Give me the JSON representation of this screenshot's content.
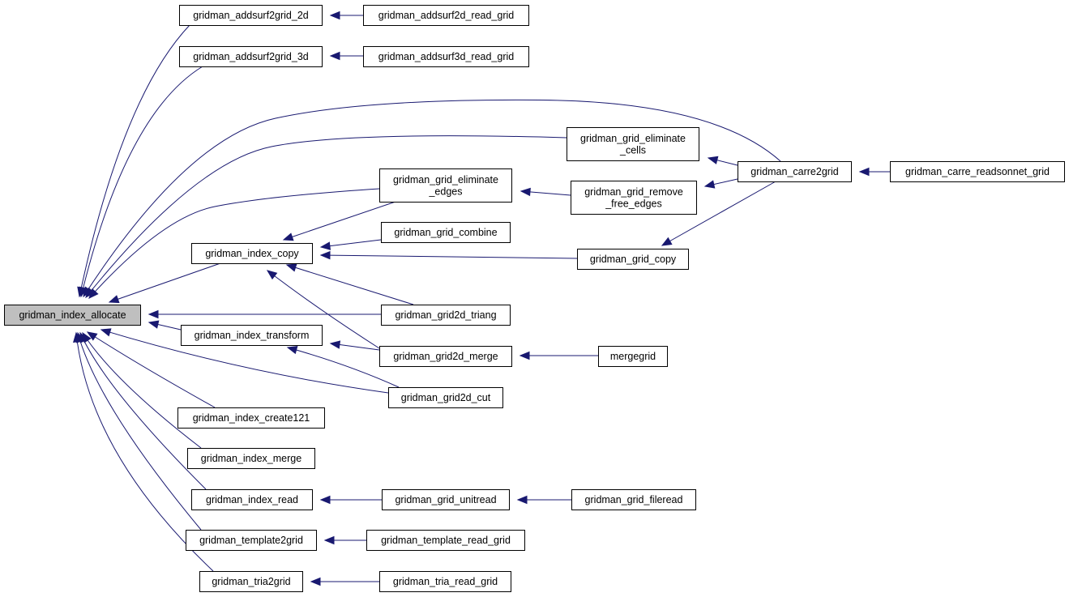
{
  "graph": {
    "type": "doxygen-caller-graph",
    "nodes": [
      {
        "id": "allocate",
        "lines": [
          "gridman_index_allocate"
        ],
        "root": true
      },
      {
        "id": "addsurf2grid_2d",
        "lines": [
          "gridman_addsurf2grid_2d"
        ]
      },
      {
        "id": "addsurf2d_read",
        "lines": [
          "gridman_addsurf2d_read_grid"
        ]
      },
      {
        "id": "addsurf2grid_3d",
        "lines": [
          "gridman_addsurf2grid_3d"
        ]
      },
      {
        "id": "addsurf3d_read",
        "lines": [
          "gridman_addsurf3d_read_grid"
        ]
      },
      {
        "id": "elim_cells",
        "lines": [
          "gridman_grid_eliminate",
          "_cells"
        ]
      },
      {
        "id": "carre2grid",
        "lines": [
          "gridman_carre2grid"
        ]
      },
      {
        "id": "carre_readsonnet",
        "lines": [
          "gridman_carre_readsonnet_grid"
        ]
      },
      {
        "id": "elim_edges",
        "lines": [
          "gridman_grid_eliminate",
          "_edges"
        ]
      },
      {
        "id": "remove_free",
        "lines": [
          "gridman_grid_remove",
          "_free_edges"
        ]
      },
      {
        "id": "grid_combine",
        "lines": [
          "gridman_grid_combine"
        ]
      },
      {
        "id": "index_copy",
        "lines": [
          "gridman_index_copy"
        ]
      },
      {
        "id": "grid_copy",
        "lines": [
          "gridman_grid_copy"
        ]
      },
      {
        "id": "grid2d_triang",
        "lines": [
          "gridman_grid2d_triang"
        ]
      },
      {
        "id": "index_transform",
        "lines": [
          "gridman_index_transform"
        ]
      },
      {
        "id": "grid2d_merge",
        "lines": [
          "gridman_grid2d_merge"
        ]
      },
      {
        "id": "mergegrid",
        "lines": [
          "mergegrid"
        ]
      },
      {
        "id": "grid2d_cut",
        "lines": [
          "gridman_grid2d_cut"
        ]
      },
      {
        "id": "create121",
        "lines": [
          "gridman_index_create121"
        ]
      },
      {
        "id": "index_merge",
        "lines": [
          "gridman_index_merge"
        ]
      },
      {
        "id": "index_read",
        "lines": [
          "gridman_index_read"
        ]
      },
      {
        "id": "grid_unitread",
        "lines": [
          "gridman_grid_unitread"
        ]
      },
      {
        "id": "grid_fileread",
        "lines": [
          "gridman_grid_fileread"
        ]
      },
      {
        "id": "template2grid",
        "lines": [
          "gridman_template2grid"
        ]
      },
      {
        "id": "template_read",
        "lines": [
          "gridman_template_read_grid"
        ]
      },
      {
        "id": "tria2grid",
        "lines": [
          "gridman_tria2grid"
        ]
      },
      {
        "id": "tria_read",
        "lines": [
          "gridman_tria_read_grid"
        ]
      }
    ],
    "edges": [
      {
        "from": "addsurf2grid_2d",
        "to": "allocate"
      },
      {
        "from": "addsurf2d_read",
        "to": "addsurf2grid_2d"
      },
      {
        "from": "addsurf2grid_3d",
        "to": "allocate"
      },
      {
        "from": "addsurf3d_read",
        "to": "addsurf2grid_3d"
      },
      {
        "from": "carre2grid",
        "to": "allocate"
      },
      {
        "from": "elim_cells",
        "to": "allocate"
      },
      {
        "from": "carre2grid",
        "to": "elim_cells"
      },
      {
        "from": "carre_readsonnet",
        "to": "carre2grid"
      },
      {
        "from": "elim_edges",
        "to": "allocate"
      },
      {
        "from": "remove_free",
        "to": "elim_edges"
      },
      {
        "from": "carre2grid",
        "to": "remove_free"
      },
      {
        "from": "carre2grid",
        "to": "grid_copy"
      },
      {
        "from": "index_copy",
        "to": "allocate"
      },
      {
        "from": "elim_edges",
        "to": "index_copy"
      },
      {
        "from": "grid_combine",
        "to": "index_copy"
      },
      {
        "from": "grid_copy",
        "to": "index_copy"
      },
      {
        "from": "grid2d_triang",
        "to": "index_copy"
      },
      {
        "from": "grid2d_merge",
        "to": "index_copy"
      },
      {
        "from": "grid2d_triang",
        "to": "allocate"
      },
      {
        "from": "index_transform",
        "to": "allocate"
      },
      {
        "from": "grid2d_merge",
        "to": "index_transform"
      },
      {
        "from": "grid2d_cut",
        "to": "index_transform"
      },
      {
        "from": "mergegrid",
        "to": "grid2d_merge"
      },
      {
        "from": "grid2d_cut",
        "to": "allocate"
      },
      {
        "from": "create121",
        "to": "allocate"
      },
      {
        "from": "index_merge",
        "to": "allocate"
      },
      {
        "from": "index_read",
        "to": "allocate"
      },
      {
        "from": "grid_unitread",
        "to": "index_read"
      },
      {
        "from": "grid_fileread",
        "to": "grid_unitread"
      },
      {
        "from": "template2grid",
        "to": "allocate"
      },
      {
        "from": "template_read",
        "to": "template2grid"
      },
      {
        "from": "tria2grid",
        "to": "allocate"
      },
      {
        "from": "tria_read",
        "to": "tria2grid"
      }
    ]
  }
}
